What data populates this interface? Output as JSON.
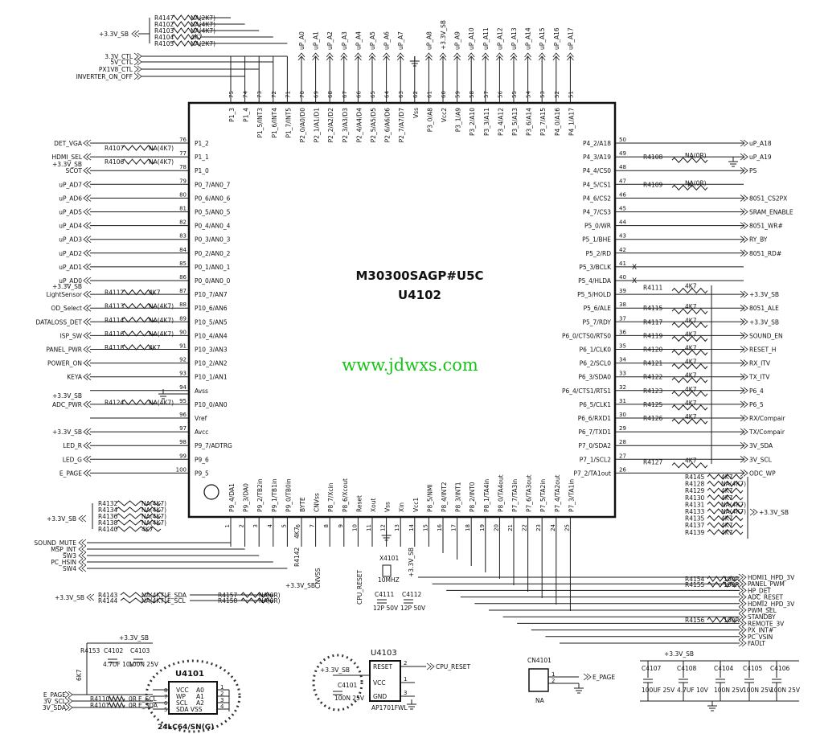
{
  "chip": {
    "part": "M30300SAGP#U5C",
    "ref": "U4102"
  },
  "watermark": "www.jdwxs.com",
  "top_pins": [
    [
      "75",
      "P1_3"
    ],
    [
      "74",
      "P1_4"
    ],
    [
      "73",
      "P1_5/INT3"
    ],
    [
      "72",
      "P1_6/INT4"
    ],
    [
      "71",
      "P1_7/INT5"
    ],
    [
      "70",
      "P2_0/A0/D0"
    ],
    [
      "69",
      "P2_1/A1/D1"
    ],
    [
      "68",
      "P2_2/A2/D2"
    ],
    [
      "67",
      "P2_3/A3/D3"
    ],
    [
      "66",
      "P2_4/A4/D4"
    ],
    [
      "65",
      "P2_5/A5/D5"
    ],
    [
      "64",
      "P2_6/A6/D6"
    ],
    [
      "63",
      "P2_7/A7/D7"
    ],
    [
      "62",
      "Vss"
    ],
    [
      "61",
      "P3_0/A8"
    ],
    [
      "60",
      "Vcc2"
    ],
    [
      "59",
      "P3_1/A9"
    ],
    [
      "58",
      "P3_2/A10"
    ],
    [
      "57",
      "P3_3/A11"
    ],
    [
      "56",
      "P3_4/A12"
    ],
    [
      "55",
      "P3_5/A13"
    ],
    [
      "54",
      "P3_6/A14"
    ],
    [
      "53",
      "P3_7/A15"
    ],
    [
      "52",
      "P4_0/A16"
    ],
    [
      "51",
      "P4_1/A17"
    ]
  ],
  "top_nets": [
    "",
    "",
    "",
    "",
    "",
    "uP_A0",
    "uP_A1",
    "uP_A2",
    "uP_A3",
    "uP_A4",
    "uP_A5",
    "uP_A6",
    "uP_A7",
    "",
    "uP_A8",
    "+3.3V_SB",
    "uP_A9",
    "uP_A10",
    "uP_A11",
    "uP_A12",
    "uP_A13",
    "uP_A14",
    "uP_A15",
    "uP_A16",
    "uP_A17"
  ],
  "left_pins": [
    [
      "76",
      "P1_2"
    ],
    [
      "77",
      "P1_1"
    ],
    [
      "78",
      "P1_0"
    ],
    [
      "79",
      "P0_7/AN0_7"
    ],
    [
      "80",
      "P0_6/AN0_6"
    ],
    [
      "81",
      "P0_5/AN0_5"
    ],
    [
      "82",
      "P0_4/AN0_4"
    ],
    [
      "83",
      "P0_3/AN0_3"
    ],
    [
      "84",
      "P0_2/AN0_2"
    ],
    [
      "85",
      "P0_1/AN0_1"
    ],
    [
      "86",
      "P0_0/AN0_0"
    ],
    [
      "87",
      "P10_7/AN7"
    ],
    [
      "88",
      "P10_6/AN6"
    ],
    [
      "89",
      "P10_5/AN5"
    ],
    [
      "90",
      "P10_4/AN4"
    ],
    [
      "91",
      "P10_3/AN3"
    ],
    [
      "92",
      "P10_2/AN2"
    ],
    [
      "93",
      "P10_1/AN1"
    ],
    [
      "94",
      "Avss"
    ],
    [
      "95",
      "P10_0/AN0"
    ],
    [
      "96",
      "Vref"
    ],
    [
      "97",
      "Avcc"
    ],
    [
      "98",
      "P9_7/ADTRG"
    ],
    [
      "99",
      "P9_6"
    ],
    [
      "100",
      "P9_5"
    ]
  ],
  "left_nets": [
    "DET_VGA",
    "HDMI_SEL",
    "SCOT",
    "uP_AD7",
    "uP_AD6",
    "uP_AD5",
    "uP_AD4",
    "uP_AD3",
    "uP_AD2",
    "uP_AD1",
    "uP_AD0",
    "LightSensor",
    "OD_Select",
    "DATALOSS_DET",
    "ISP_SW",
    "PANEL_PWR",
    "POWER_ON",
    "KEYA",
    "",
    "ADC_PWR",
    "",
    "+3.3V_SB",
    "LED_R",
    "LED_G",
    "E_PAGE"
  ],
  "right_pins": [
    [
      "50",
      "P4_2/A18"
    ],
    [
      "49",
      "P4_3/A19"
    ],
    [
      "48",
      "P4_4/CS0"
    ],
    [
      "47",
      "P4_5/CS1"
    ],
    [
      "46",
      "P4_6/CS2"
    ],
    [
      "45",
      "P4_7/CS3"
    ],
    [
      "44",
      "P5_0/WR"
    ],
    [
      "43",
      "P5_1/BHE"
    ],
    [
      "42",
      "P5_2/RD"
    ],
    [
      "41",
      "P5_3/BCLK"
    ],
    [
      "40",
      "P5_4/HLDA"
    ],
    [
      "39",
      "P5_5/HOLD"
    ],
    [
      "38",
      "P5_6/ALE"
    ],
    [
      "37",
      "P5_7/RDY"
    ],
    [
      "36",
      "P6_0/CTS0/RTS0"
    ],
    [
      "35",
      "P6_1/CLK0"
    ],
    [
      "34",
      "P6_2/SCL0"
    ],
    [
      "33",
      "P6_3/SDA0"
    ],
    [
      "32",
      "P6_4/CTS1/RTS1"
    ],
    [
      "31",
      "P6_5/CLK1"
    ],
    [
      "30",
      "P6_6/RXD1"
    ],
    [
      "29",
      "P6_7/TXD1"
    ],
    [
      "28",
      "P7_0/SDA2"
    ],
    [
      "27",
      "P7_1/SCL2"
    ],
    [
      "26",
      "P7_2/TA1out"
    ]
  ],
  "right_nets": [
    "uP_A18",
    "uP_A19",
    "PS",
    "",
    "8051_CS2PX",
    "SRAM_ENABLE",
    "8051_WR#",
    "RY_BY",
    "8051_RD#",
    "",
    "",
    "+3.3V_SB",
    "8051_ALE",
    "+3.3V_SB",
    "SOUND_EN",
    "RESET_H",
    "RX_ITV",
    "TX_ITV",
    "P6_4",
    "P6_5",
    "RX/Compair",
    "TX/Compair",
    "3V_SDA",
    "3V_SCL",
    "ODC_WP"
  ],
  "bottom_pins": [
    [
      "1",
      "P9_4/DA1"
    ],
    [
      "2",
      "P9_3/DA0"
    ],
    [
      "3",
      "P9_2/TB2in"
    ],
    [
      "4",
      "P9_1/TB1in"
    ],
    [
      "5",
      "P9_0/TB0in"
    ],
    [
      "6",
      "BYTE"
    ],
    [
      "7",
      "CNVss"
    ],
    [
      "8",
      "P8_7/Xcin"
    ],
    [
      "9",
      "P8_6/Xcout"
    ],
    [
      "10",
      "Reset"
    ],
    [
      "11",
      "Xout"
    ],
    [
      "12",
      "Vss"
    ],
    [
      "13",
      "Xin"
    ],
    [
      "14",
      "Vcc1"
    ],
    [
      "15",
      "P8_5/NMI"
    ],
    [
      "16",
      "P8_4/INT2"
    ],
    [
      "17",
      "P8_3/INT1"
    ],
    [
      "18",
      "P8_2/INT0"
    ],
    [
      "19",
      "P8_1/TA4in"
    ],
    [
      "20",
      "P8_0/TA4out"
    ],
    [
      "21",
      "P7_7/TA3in"
    ],
    [
      "22",
      "P7_6/TA3out"
    ],
    [
      "23",
      "P7_5/TA2in"
    ],
    [
      "24",
      "P7_4/TA2out"
    ],
    [
      "25",
      "P7_3/TA1in"
    ]
  ],
  "top_left_resistors": [
    {
      "ref": "R4147",
      "val": "NA(2K7)"
    },
    {
      "ref": "R4102",
      "val": "NA(4K7)"
    },
    {
      "ref": "R4103",
      "val": "NA(4K7)"
    },
    {
      "ref": "R4104",
      "val": "4K7"
    },
    {
      "ref": "R4105",
      "val": "NA(2K7)"
    }
  ],
  "top_left_nets": [
    "+3.3V_SB",
    "3.3V_CTL",
    "5V_CTL",
    "PX1V8_CTL",
    "INVERTER_ON_OFF"
  ],
  "left_resistors": [
    {
      "ref": "R4107",
      "val": "NA(4K7)"
    },
    {
      "ref": "R4106",
      "val": "NA(4K7)"
    },
    {
      "ref": "R4112",
      "val": "4K7"
    },
    {
      "ref": "R4113",
      "val": "NA(4K7)"
    },
    {
      "ref": "R4114",
      "val": "NA(4K7)"
    },
    {
      "ref": "R4116",
      "val": "NA(4K7)"
    },
    {
      "ref": "R4118",
      "val": "4K7"
    },
    {
      "ref": "R4124",
      "val": "NA(4K7)"
    }
  ],
  "left_labels": [
    "HDMI_SEL",
    "+3.3V_SB",
    "+3.3V_SB",
    "+3.3V_SB"
  ],
  "right_resistors": [
    {
      "ref": "R4108",
      "val": "NA(0R)"
    },
    {
      "ref": "R4109",
      "val": "NA(0R)"
    },
    {
      "ref": "R4111",
      "val": "4K7"
    },
    {
      "ref": "R4115",
      "val": "4K7"
    },
    {
      "ref": "R4117",
      "val": "4K7"
    },
    {
      "ref": "R4119",
      "val": "4K7"
    },
    {
      "ref": "R4120",
      "val": "4K7"
    },
    {
      "ref": "R4121",
      "val": "4K7"
    },
    {
      "ref": "R4122",
      "val": "4K7"
    },
    {
      "ref": "R4123",
      "val": "4K7"
    },
    {
      "ref": "R4125",
      "val": "4K7"
    },
    {
      "ref": "R4126",
      "val": "4K7"
    },
    {
      "ref": "R4127",
      "val": "4K7"
    }
  ],
  "right_nc": "X",
  "bottom_right_resistors": [
    {
      "ref": "R4145",
      "val": "4K7"
    },
    {
      "ref": "R4128",
      "val": "NA(4K7)"
    },
    {
      "ref": "R4129",
      "val": "4K7"
    },
    {
      "ref": "R4130",
      "val": "4K7"
    },
    {
      "ref": "R4131",
      "val": "NA(4K7)"
    },
    {
      "ref": "R4133",
      "val": "NA(4K7)"
    },
    {
      "ref": "R4135",
      "val": "4K7"
    },
    {
      "ref": "R4137",
      "val": "4K7"
    },
    {
      "ref": "R4139",
      "val": "4K7"
    },
    {
      "ref": "R4154",
      "val": "100R"
    },
    {
      "ref": "R4155",
      "val": "100R"
    },
    {
      "ref": "R4156",
      "val": "100R"
    }
  ],
  "bottom_right_supply": "+3.3V_SB",
  "bottom_right_nets": [
    "HDMI1_HPD_3V",
    "PANEL_PWM",
    "HP_DET",
    "ADC_RESET",
    "HDMI2_HPD_3V",
    "PWM_SEL",
    "STANDBY",
    "REMOTE_3V",
    "PX_INT#",
    "PC_VSIN",
    "FAULT"
  ],
  "bottom_left_resistors": [
    {
      "ref": "R4132",
      "val": "NA(4K7)"
    },
    {
      "ref": "R4134",
      "val": "NA(4K7)"
    },
    {
      "ref": "R4136",
      "val": "NA(4K7)"
    },
    {
      "ref": "R4138",
      "val": "NA(4K7)"
    },
    {
      "ref": "R4140",
      "val": "4K7"
    }
  ],
  "bottom_left_supply": "+3.3V_SB",
  "bottom_left_nets": [
    "SOUND_MUTE",
    "MSP_INT",
    "SW3",
    "PC_HSIN",
    "SW4"
  ],
  "bottom_misc": {
    "r4142": "R4142",
    "r4142_val": "4K7",
    "cnvss": "CNVSS",
    "cpu_reset": "CPU_RESET",
    "x4101": "X4101",
    "xtal": "10MHZ",
    "c4111": "C4111",
    "c4112": "C4112",
    "c4111_val": "12P 50V",
    "c4112_val": "12P 50V",
    "vcc_label": "+3.3V_SB",
    "vsb2": "+3.3V_SB"
  },
  "i2c_row": [
    {
      "ref": "R4143",
      "val": "NA(4K7)",
      "net": "E_SDA"
    },
    {
      "ref": "R4144",
      "val": "NA(4K7)",
      "net": "E_SCL"
    }
  ],
  "i2c_supply": "+3.3V_SB",
  "i2c_series": [
    {
      "ref": "R4157",
      "val": "NA(0R)"
    },
    {
      "ref": "R4158",
      "val": "NA(0R)"
    }
  ],
  "u4101": {
    "ref": "U4101",
    "part": "24LC64/SN(G)",
    "pins_l": [
      "VCC",
      "WP",
      "SCL",
      "SDA VSS"
    ],
    "pins_r": [
      "A0",
      "A1",
      "A2",
      ""
    ],
    "nums_l": [
      "8",
      "7",
      "6",
      "5"
    ],
    "nums_r": [
      "1",
      "2",
      "3",
      "4"
    ],
    "supply": "+3.3V_SB",
    "r4153": "R4153",
    "r_val": "6K7",
    "c4102": "C4102",
    "c4103": "C4103",
    "c4102_val": "4.7UF 10V",
    "c4103_val": "100N 25V",
    "nets": [
      "E_PAGE",
      "3V_SCL",
      "3V_SDA"
    ],
    "r4110": "R4110",
    "r4101": "R4101",
    "r4110_val": "0R",
    "r4101_val": "0R",
    "e_scl": "E_SCL",
    "e_sda": "E_SDA"
  },
  "u4103": {
    "ref": "U4103",
    "part": "AP1701FWL",
    "pins": [
      "RESET",
      "VCC",
      "GND"
    ],
    "nums": [
      "2",
      "1",
      "3"
    ],
    "net": "CPU_RESET",
    "supply": "+3.3V_SB",
    "cap": "C4101",
    "cap_val": "100N 25V"
  },
  "cn4101": {
    "ref": "CN4101",
    "val": "NA",
    "net": "E_PAGE",
    "pins": [
      "1",
      "2"
    ]
  },
  "caps_bank": {
    "supply": "+3.3V_SB",
    "items": [
      {
        "ref": "C4107",
        "val": "100UF 25V"
      },
      {
        "ref": "C4108",
        "val": "4.7UF 10V"
      },
      {
        "ref": "C4104",
        "val": "100N 25V"
      },
      {
        "ref": "C4105",
        "val": "100N 25V"
      },
      {
        "ref": "C4106",
        "val": "100N 25V"
      }
    ]
  }
}
